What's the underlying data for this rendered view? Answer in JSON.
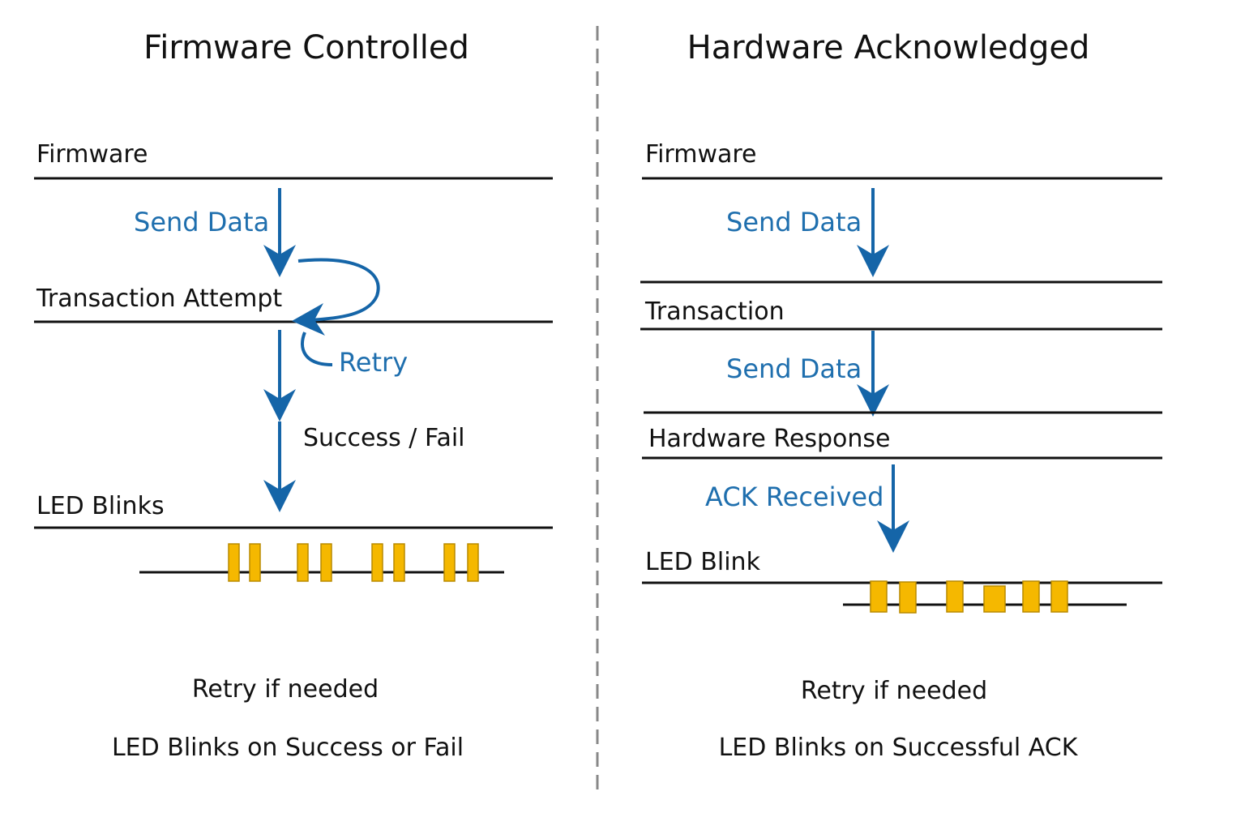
{
  "left": {
    "title": "Firmware Controlled",
    "layers": [
      "Firmware",
      "Transaction Attempt",
      "LED Blinks"
    ],
    "send_label": "Send Data",
    "retry_label": "Retry",
    "result_label": "Success / Fail",
    "led_blinks": 8,
    "footer_lines": [
      "Retry if needed",
      "LED Blinks on Success or Fail"
    ]
  },
  "right": {
    "title": "Hardware Acknowledged",
    "layers": [
      "Firmware",
      "Transaction",
      "Hardware Response",
      "LED Blink"
    ],
    "send_label_1": "Send Data",
    "send_label_2": "Send Data",
    "ack_label": "ACK Received",
    "led_blinks": 6,
    "footer_lines": [
      "Retry if needed",
      "LED Blinks on Successful ACK"
    ]
  },
  "colors": {
    "accent": "#1565a8",
    "led": "#f5b800",
    "line": "#111111",
    "divider": "#888888"
  }
}
